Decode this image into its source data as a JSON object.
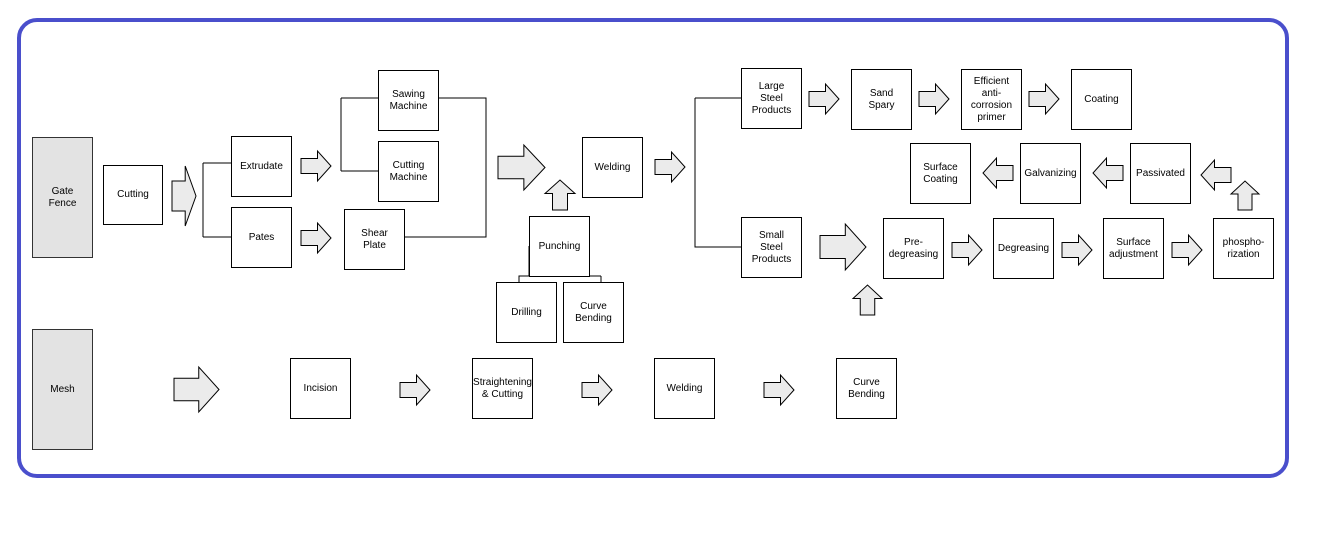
{
  "colors": {
    "frame": "#4a4fcc",
    "arrow_fill": "#ebebeb",
    "source_fill": "#e3e3e3"
  },
  "nodes": {
    "gate_fence": "Gate\nFence",
    "cutting": "Cutting",
    "extrudate": "Extrudate",
    "pates": "Pates",
    "sawing_machine": "Sawing\nMachine",
    "cutting_machine": "Cutting\nMachine",
    "shear_plate": "Shear\nPlate",
    "welding_top": "Welding",
    "punching": "Punching",
    "drilling": "Drilling",
    "curve_bending_top": "Curve\nBending",
    "large_steel_products": "Large\nSteel\nProducts",
    "small_steel_products": "Small\nSteel\nProducts",
    "sand_spary": "Sand\nSpary",
    "efficient_primer": "Efficient\nanti-\ncorrosion\nprimer",
    "coating": "Coating",
    "surface_coating": "Surface\nCoating",
    "galvanizing": "Galvanizing",
    "passivated": "Passivated",
    "pre_degreasing": "Pre-\ndegreasing",
    "degreasing": "Degreasing",
    "surface_adjustment": "Surface\nadjustment",
    "phosphorization": "phospho-\nrization",
    "mesh": "Mesh",
    "incision": "Incision",
    "straightening_cutting": "Straightening\n& Cutting",
    "welding_bottom": "Welding",
    "curve_bending_bottom": "Curve\nBending"
  }
}
